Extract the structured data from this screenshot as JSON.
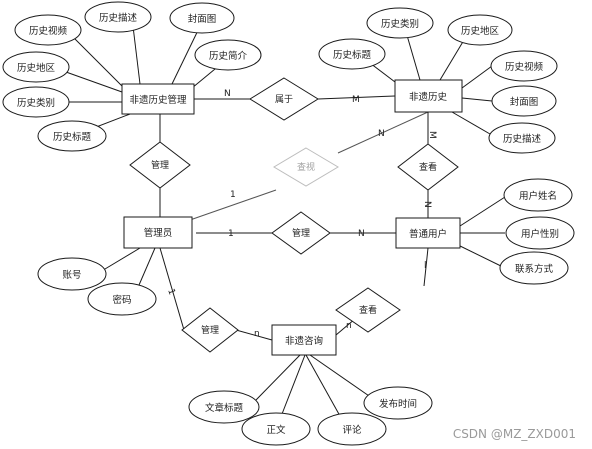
{
  "diagram": {
    "entities": {
      "heritage_history_mgmt": "非遗历史管理",
      "heritage_history": "非遗历史",
      "admin": "管理员",
      "normal_user": "普通用户",
      "heritage_consult": "非遗咨询"
    },
    "attributes": {
      "mgmt_video": "历史视频",
      "mgmt_desc": "历史描述",
      "mgmt_cover": "封面图",
      "mgmt_region": "历史地区",
      "mgmt_intro": "历史简介",
      "mgmt_category": "历史类别",
      "mgmt_title": "历史标题",
      "hist_category": "历史类别",
      "hist_region": "历史地区",
      "hist_title": "历史标题",
      "hist_video": "历史视频",
      "hist_cover": "封面图",
      "hist_desc": "历史描述",
      "user_name": "用户姓名",
      "user_gender": "用户性别",
      "user_contact": "联系方式",
      "admin_account": "账号",
      "admin_password": "密码",
      "consult_title": "文章标题",
      "consult_publish": "发布时间",
      "consult_body": "正文",
      "consult_comment": "评论"
    },
    "relationships": {
      "belongs": "属于",
      "admin_mgmt": "管理",
      "view": "查视",
      "user_view": "查看",
      "admin_user": "管理",
      "admin_consult": "管理",
      "user_consult": "查看"
    },
    "cardinalities": {
      "belongs_left": "N",
      "belongs_right": "M",
      "view_hist": "N",
      "view_admin": "1",
      "admin_user_left": "1",
      "admin_user_right": "N",
      "user_view_top": "M",
      "user_view_bottom": "N",
      "admin_consult_top": "1",
      "admin_consult_right": "n",
      "user_consult_left": "n",
      "user_consult_right": "l"
    }
  },
  "watermark": "CSDN @MZ_ZXD001",
  "colors": {
    "line": "#1a1a1a",
    "fill": "#ffffff",
    "faded": "#a0a0a0"
  }
}
